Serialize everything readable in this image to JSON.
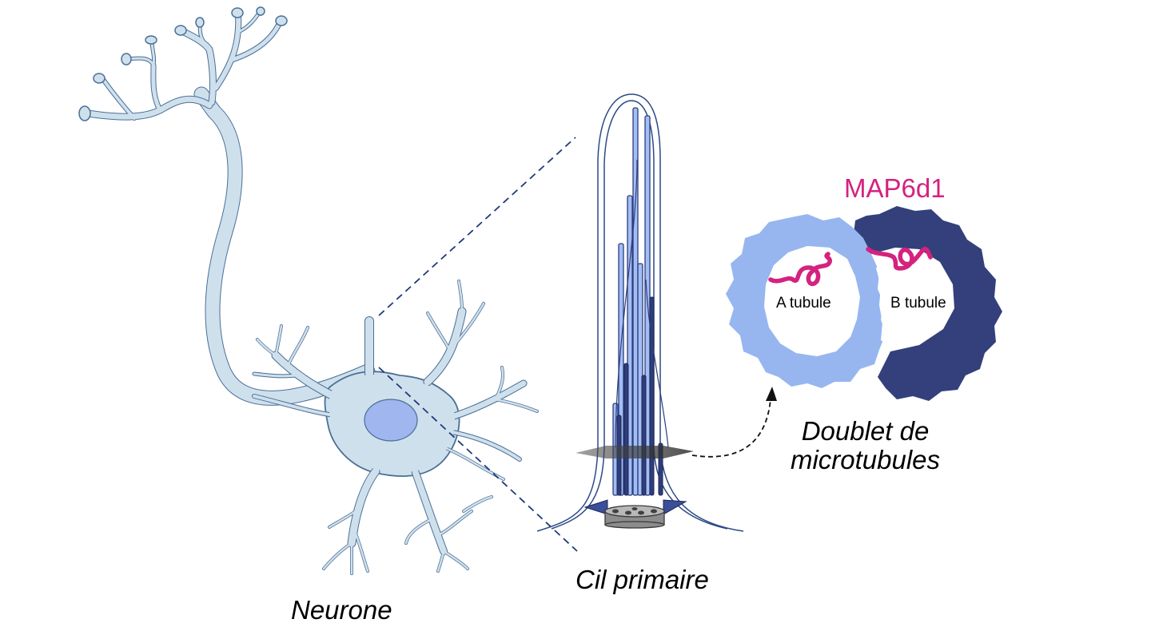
{
  "labels": {
    "neurone": "Neurone",
    "cil_primaire": "Cil primaire",
    "doublet_line1": "Doublet de",
    "doublet_line2": "microtubules",
    "map6d1": "MAP6d1",
    "a_tubule": "A tubule",
    "b_tubule": "B tubule"
  },
  "colors": {
    "neuron_fill": "#cfe0ed",
    "neuron_outline": "#4a6f95",
    "nucleus": "#9fb6ef",
    "light_tubule": "#a3bdf5",
    "dark_tubule": "#2e3d7c",
    "map6d1": "#d4227f",
    "dashed_line": "#1f3b7a",
    "basal_body": "#8c8c8c"
  }
}
